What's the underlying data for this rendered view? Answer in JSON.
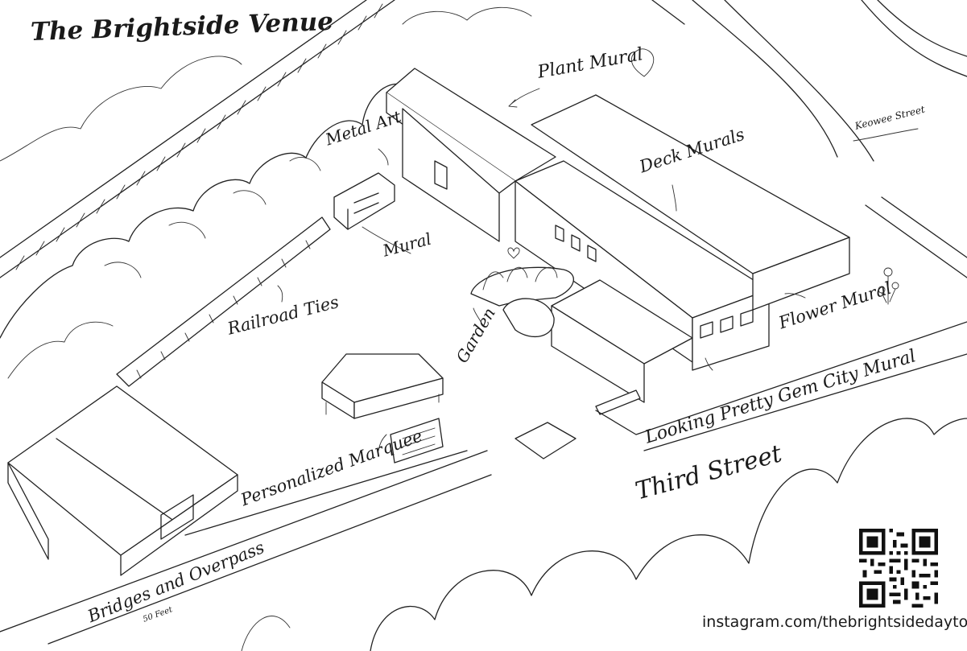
{
  "title": "The Brightside Venue",
  "labels": {
    "plant_mural": "Plant Mural",
    "metal_art": "Metal Art",
    "deck_murals": "Deck Murals",
    "keowee_street": "Keowee Street",
    "mural": "Mural",
    "railroad_ties": "Railroad Ties",
    "garden": "Garden",
    "flower_mural": "Flower Mural",
    "looking_pretty": "Looking Pretty Gem City Mural",
    "personalized_marquee": "Personalized Marquee",
    "third_street": "Third Street",
    "bridges_overpass": "Bridges and Overpass",
    "fifty_feet": "50 Feet"
  },
  "footer": {
    "instagram": "instagram.com/thebrightsidedayton"
  },
  "icons": [
    "qr-code-icon",
    "arrow-icon",
    "flower-icon",
    "heart-icon"
  ]
}
